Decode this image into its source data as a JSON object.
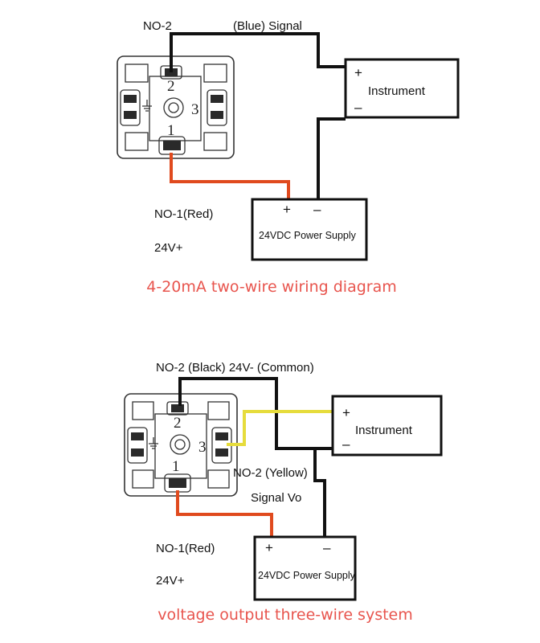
{
  "colors": {
    "caption": "#e8554e",
    "red_wire": "#e04a1e",
    "blue_signal_wire": "#111111",
    "black_wire": "#111111",
    "yellow_wire": "#e6dc3c"
  },
  "top": {
    "label_no2": "NO-2",
    "label_signal": "(Blue) Signal",
    "label_no1": "NO-1(Red)",
    "label_24v": "24V+",
    "instrument": {
      "plus": "+",
      "name": "Instrument",
      "minus": "–"
    },
    "power_supply": {
      "plus": "+",
      "minus": "–",
      "name": "24VDC Power Supply"
    },
    "terminal_numbers": [
      "2",
      "3",
      "1"
    ],
    "caption": "4-20mA two-wire wiring diagram"
  },
  "bottom": {
    "label_common": "NO-2 (Black) 24V- (Common)",
    "label_yellow": "NO-2 (Yellow)",
    "label_signal_vo": "Signal Vo",
    "label_no1": "NO-1(Red)",
    "label_24v": "24V+",
    "instrument": {
      "plus": "+",
      "name": "Instrument",
      "minus": "–"
    },
    "power_supply": {
      "plus": "+",
      "minus": "–",
      "name": "24VDC Power Supply"
    },
    "terminal_numbers": [
      "2",
      "3",
      "1"
    ],
    "caption": "voltage output three-wire system"
  }
}
